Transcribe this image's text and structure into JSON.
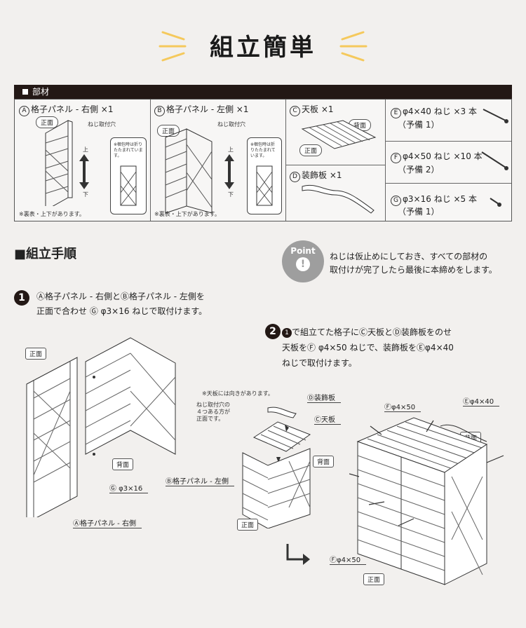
{
  "title": "組立簡単",
  "parts": {
    "heading": "部材",
    "a": {
      "mark": "A",
      "name": "格子パネル - 右側 ×1",
      "front": "正面",
      "hole": "ねじ取付穴",
      "up": "上",
      "down": "下",
      "note": "※裏表・上下があります。",
      "fold": "※梱包時は折りたたまれています。"
    },
    "b": {
      "mark": "B",
      "name": "格子パネル - 左側 ×1",
      "front": "正面",
      "hole": "ねじ取付穴",
      "up": "上",
      "down": "下",
      "note": "※裏表・上下があります。",
      "fold": "※梱包時は折りたたまれています。"
    },
    "c": {
      "mark": "C",
      "name": "天板 ×1",
      "back": "背面",
      "front": "正面"
    },
    "d": {
      "mark": "D",
      "name": "装飾板 ×1"
    },
    "e": {
      "mark": "E",
      "name": "φ4×40 ねじ ×3 本",
      "spare": "（予備 1）"
    },
    "f": {
      "mark": "F",
      "name": "φ4×50 ねじ ×10 本",
      "spare": "（予備 2）"
    },
    "g": {
      "mark": "G",
      "name": "φ3×16 ねじ ×5 本",
      "spare": "（予備 1）"
    }
  },
  "assembly": {
    "heading": "■組立手順",
    "point_badge": "Point",
    "point_text_1": "ねじは仮止めにしておき、すべての部材の",
    "point_text_2": "取付けが完了したら最後に本締めをします。",
    "step1": {
      "num": "1",
      "line1": "Ⓐ格子パネル - 右側とⒷ格子パネル - 左側を",
      "line2": "正面で合わせ Ⓖ φ3×16 ねじで取付けます。",
      "label_front": "正面",
      "label_back": "背面",
      "label_g": "Ⓖ φ3×16",
      "label_b": "Ⓑ格子パネル - 左側",
      "label_a": "Ⓐ格子パネル - 右側"
    },
    "step2": {
      "num": "2",
      "sub": "1",
      "line1": "で組立てた格子にⒸ天板とⒹ装飾板をのせ",
      "line2": "天板をⒻ φ4×50 ねじで、装飾板をⒺφ4×40",
      "line3": "ねじで取付けます。",
      "note1": "※天板には向きがあります。",
      "note2": "ねじ取付穴の",
      "note3": "４つある方が",
      "note4": "正面です。",
      "label_d": "Ⓓ装飾板",
      "label_c": "Ⓒ天板",
      "label_back": "背面",
      "label_front": "正面",
      "label_f": "Ⓕφ4×50",
      "label_e": "Ⓔφ4×40",
      "label_back2": "背面",
      "label_f2": "Ⓕφ4×50",
      "label_front2": "正面"
    }
  }
}
